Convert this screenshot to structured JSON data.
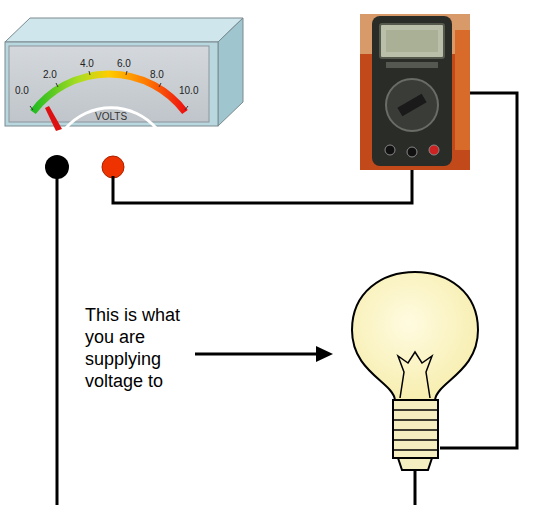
{
  "diagram": {
    "nodes": [
      {
        "text": [
          "0.0",
          "2.0",
          "4.0",
          "6.0",
          "8.0",
          "10.0",
          "VOLTS"
        ]
      }
    ],
    "labels": [
      "This is what you are supplying voltage to"
    ]
  }
}
